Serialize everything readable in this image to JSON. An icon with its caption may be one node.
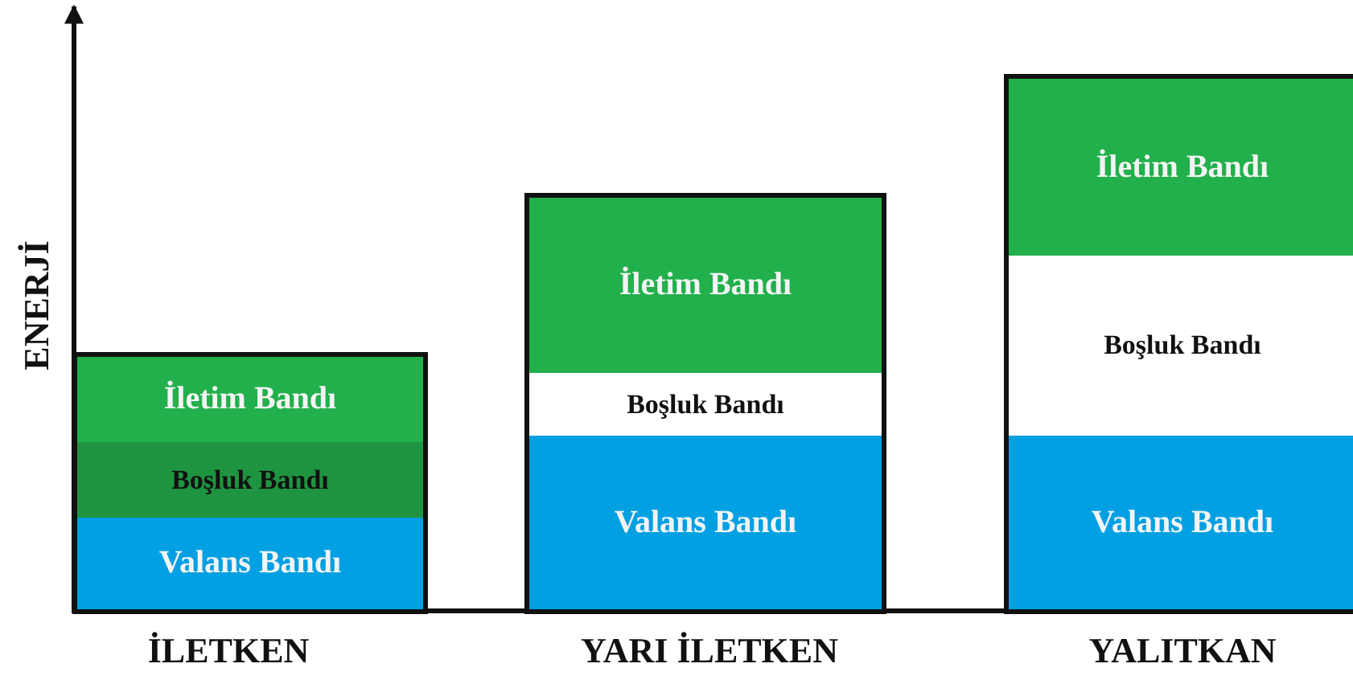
{
  "diagram": {
    "nodes": [
      {
        "text": [
          "İLETKEN"
        ]
      },
      {
        "text": [
          "İletim Bandı"
        ],
        "in": 0
      },
      {
        "text": [
          "Boşluk Bandı"
        ],
        "in": 0
      },
      {
        "text": [
          "Valans Bandı"
        ],
        "in": 0
      },
      {
        "text": [
          "YARI İLETKEN"
        ]
      },
      {
        "text": [
          "İletim Bandı"
        ],
        "in": 4
      },
      {
        "text": [
          "Boşluk Bandı"
        ],
        "in": 4
      },
      {
        "text": [
          "Valans Bandı"
        ],
        "in": 4
      },
      {
        "text": [
          "YALITKAN"
        ]
      },
      {
        "text": [
          "İletim Bandı"
        ],
        "in": 8
      },
      {
        "text": [
          "Boşluk Bandı"
        ],
        "in": 8
      },
      {
        "text": [
          "Valans Bandı"
        ],
        "in": 8
      }
    ],
    "labels": [
      "ENERJİ"
    ]
  }
}
